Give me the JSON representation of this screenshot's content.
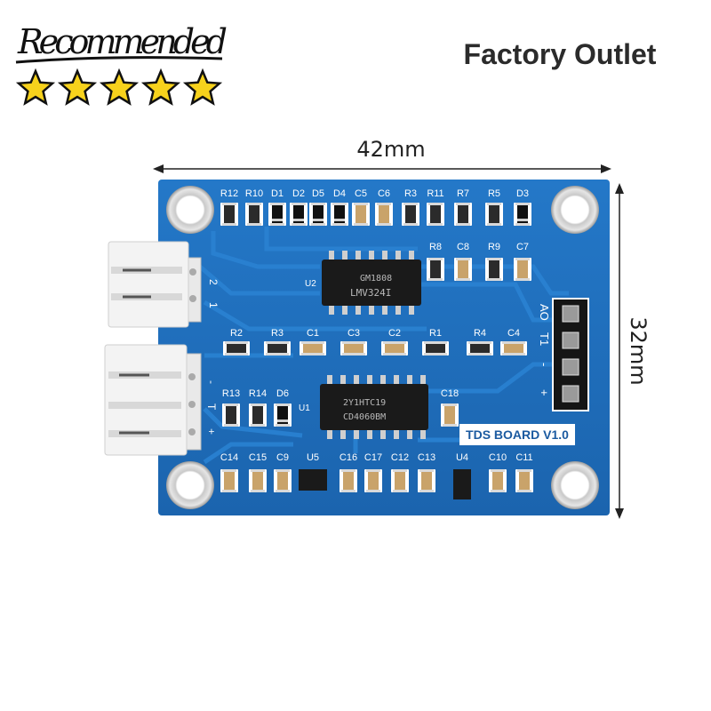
{
  "badge": {
    "text": "Recommended",
    "stars": 5,
    "star_color": "#f7d21c"
  },
  "outlet_label": "Factory Outlet",
  "dimensions": {
    "width": "42mm",
    "height": "32mm"
  },
  "board": {
    "title": "TDS BOARD V1.0",
    "color": "#1e6fc0",
    "chips": [
      {
        "ref": "U2",
        "marking_line1": "GM1808",
        "marking_line2": "LMV324I"
      },
      {
        "ref": "U1",
        "marking_line1": "2Y1HTC19",
        "marking_line2": "CD4060BM"
      }
    ],
    "top_row_labels": [
      "R12",
      "R10",
      "D1",
      "D2",
      "D5",
      "D4",
      "C5",
      "C6",
      "R3",
      "R11",
      "R7",
      "R5",
      "D3"
    ],
    "second_row_labels": [
      "R8",
      "C8",
      "R9",
      "C7"
    ],
    "middle_row_labels": [
      "R2",
      "R3",
      "C1",
      "C3",
      "C2",
      "R1",
      "R4",
      "C4"
    ],
    "left_mid_labels": [
      "R13",
      "R14",
      "D6"
    ],
    "c18_label": "C18",
    "bottom_row_labels": [
      "C14",
      "C15",
      "C9",
      "U5",
      "C16",
      "C17",
      "C12",
      "C13",
      "U4",
      "C10",
      "C11"
    ],
    "header_pins": [
      "AO",
      "T1",
      "-",
      "+"
    ],
    "upper_connector_pins": [
      "2",
      "1"
    ],
    "lower_connector_pins": [
      "-",
      "T",
      "+"
    ]
  }
}
